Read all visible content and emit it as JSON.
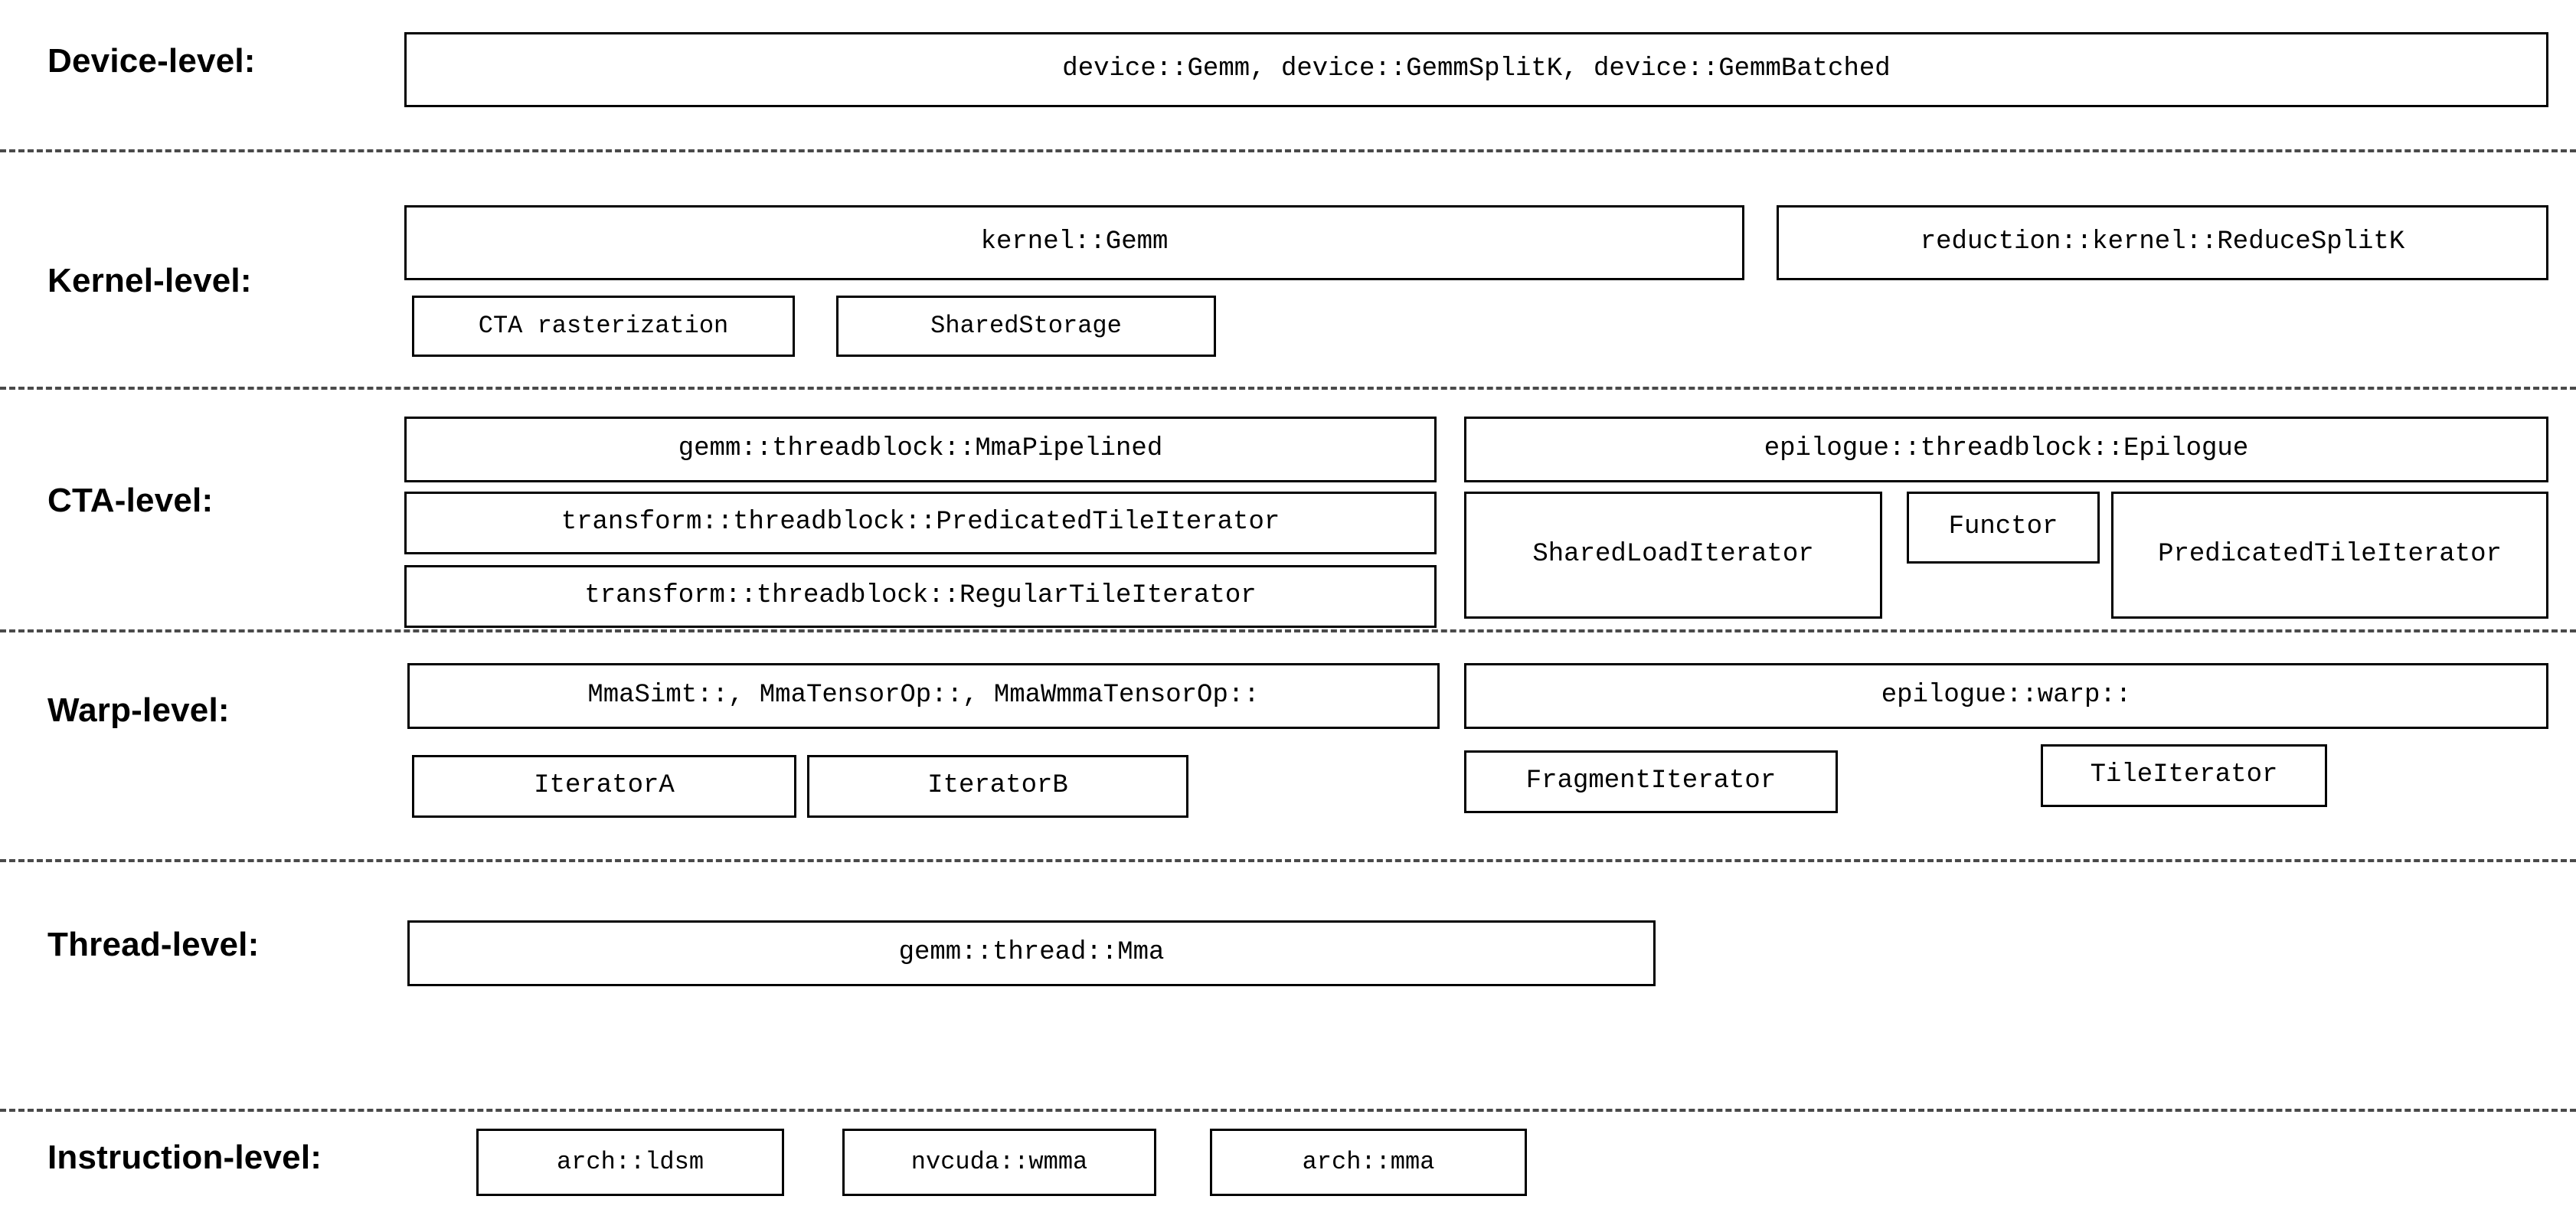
{
  "diagram": {
    "title": "CUTLASS GEMM hierarchy",
    "background_color": "#ffffff",
    "line_color": "#000000",
    "separator_color": "#4a4a4a"
  },
  "levels": [
    {
      "label": "Device-level:",
      "boxes": [
        {
          "text": "device::Gemm, device::GemmSplitK, device::GemmBatched"
        }
      ]
    },
    {
      "label": "Kernel-level:",
      "boxes": [
        {
          "text": "kernel::Gemm"
        },
        {
          "text": "reduction::kernel::ReduceSplitK"
        },
        {
          "text": "CTA rasterization"
        },
        {
          "text": "SharedStorage"
        }
      ]
    },
    {
      "label": "CTA-level:",
      "boxes": [
        {
          "text": "gemm::threadblock::MmaPipelined"
        },
        {
          "text": "epilogue::threadblock::Epilogue"
        },
        {
          "text": "transform::threadblock::PredicatedTileIterator"
        },
        {
          "text": "SharedLoadIterator"
        },
        {
          "text": "Functor"
        },
        {
          "text": "PredicatedTileIterator"
        },
        {
          "text": "transform::threadblock::RegularTileIterator"
        }
      ]
    },
    {
      "label": "Warp-level:",
      "boxes": [
        {
          "text": "MmaSimt::, MmaTensorOp::, MmaWmmaTensorOp::"
        },
        {
          "text": "epilogue::warp::"
        },
        {
          "text": "IteratorA"
        },
        {
          "text": "IteratorB"
        },
        {
          "text": "FragmentIterator"
        },
        {
          "text": "TileIterator"
        }
      ]
    },
    {
      "label": "Thread-level:",
      "boxes": [
        {
          "text": "gemm::thread::Mma"
        }
      ]
    },
    {
      "label": "Instruction-level:",
      "boxes": [
        {
          "text": "arch::ldsm"
        },
        {
          "text": "nvcuda::wmma"
        },
        {
          "text": "arch::mma"
        }
      ]
    }
  ]
}
